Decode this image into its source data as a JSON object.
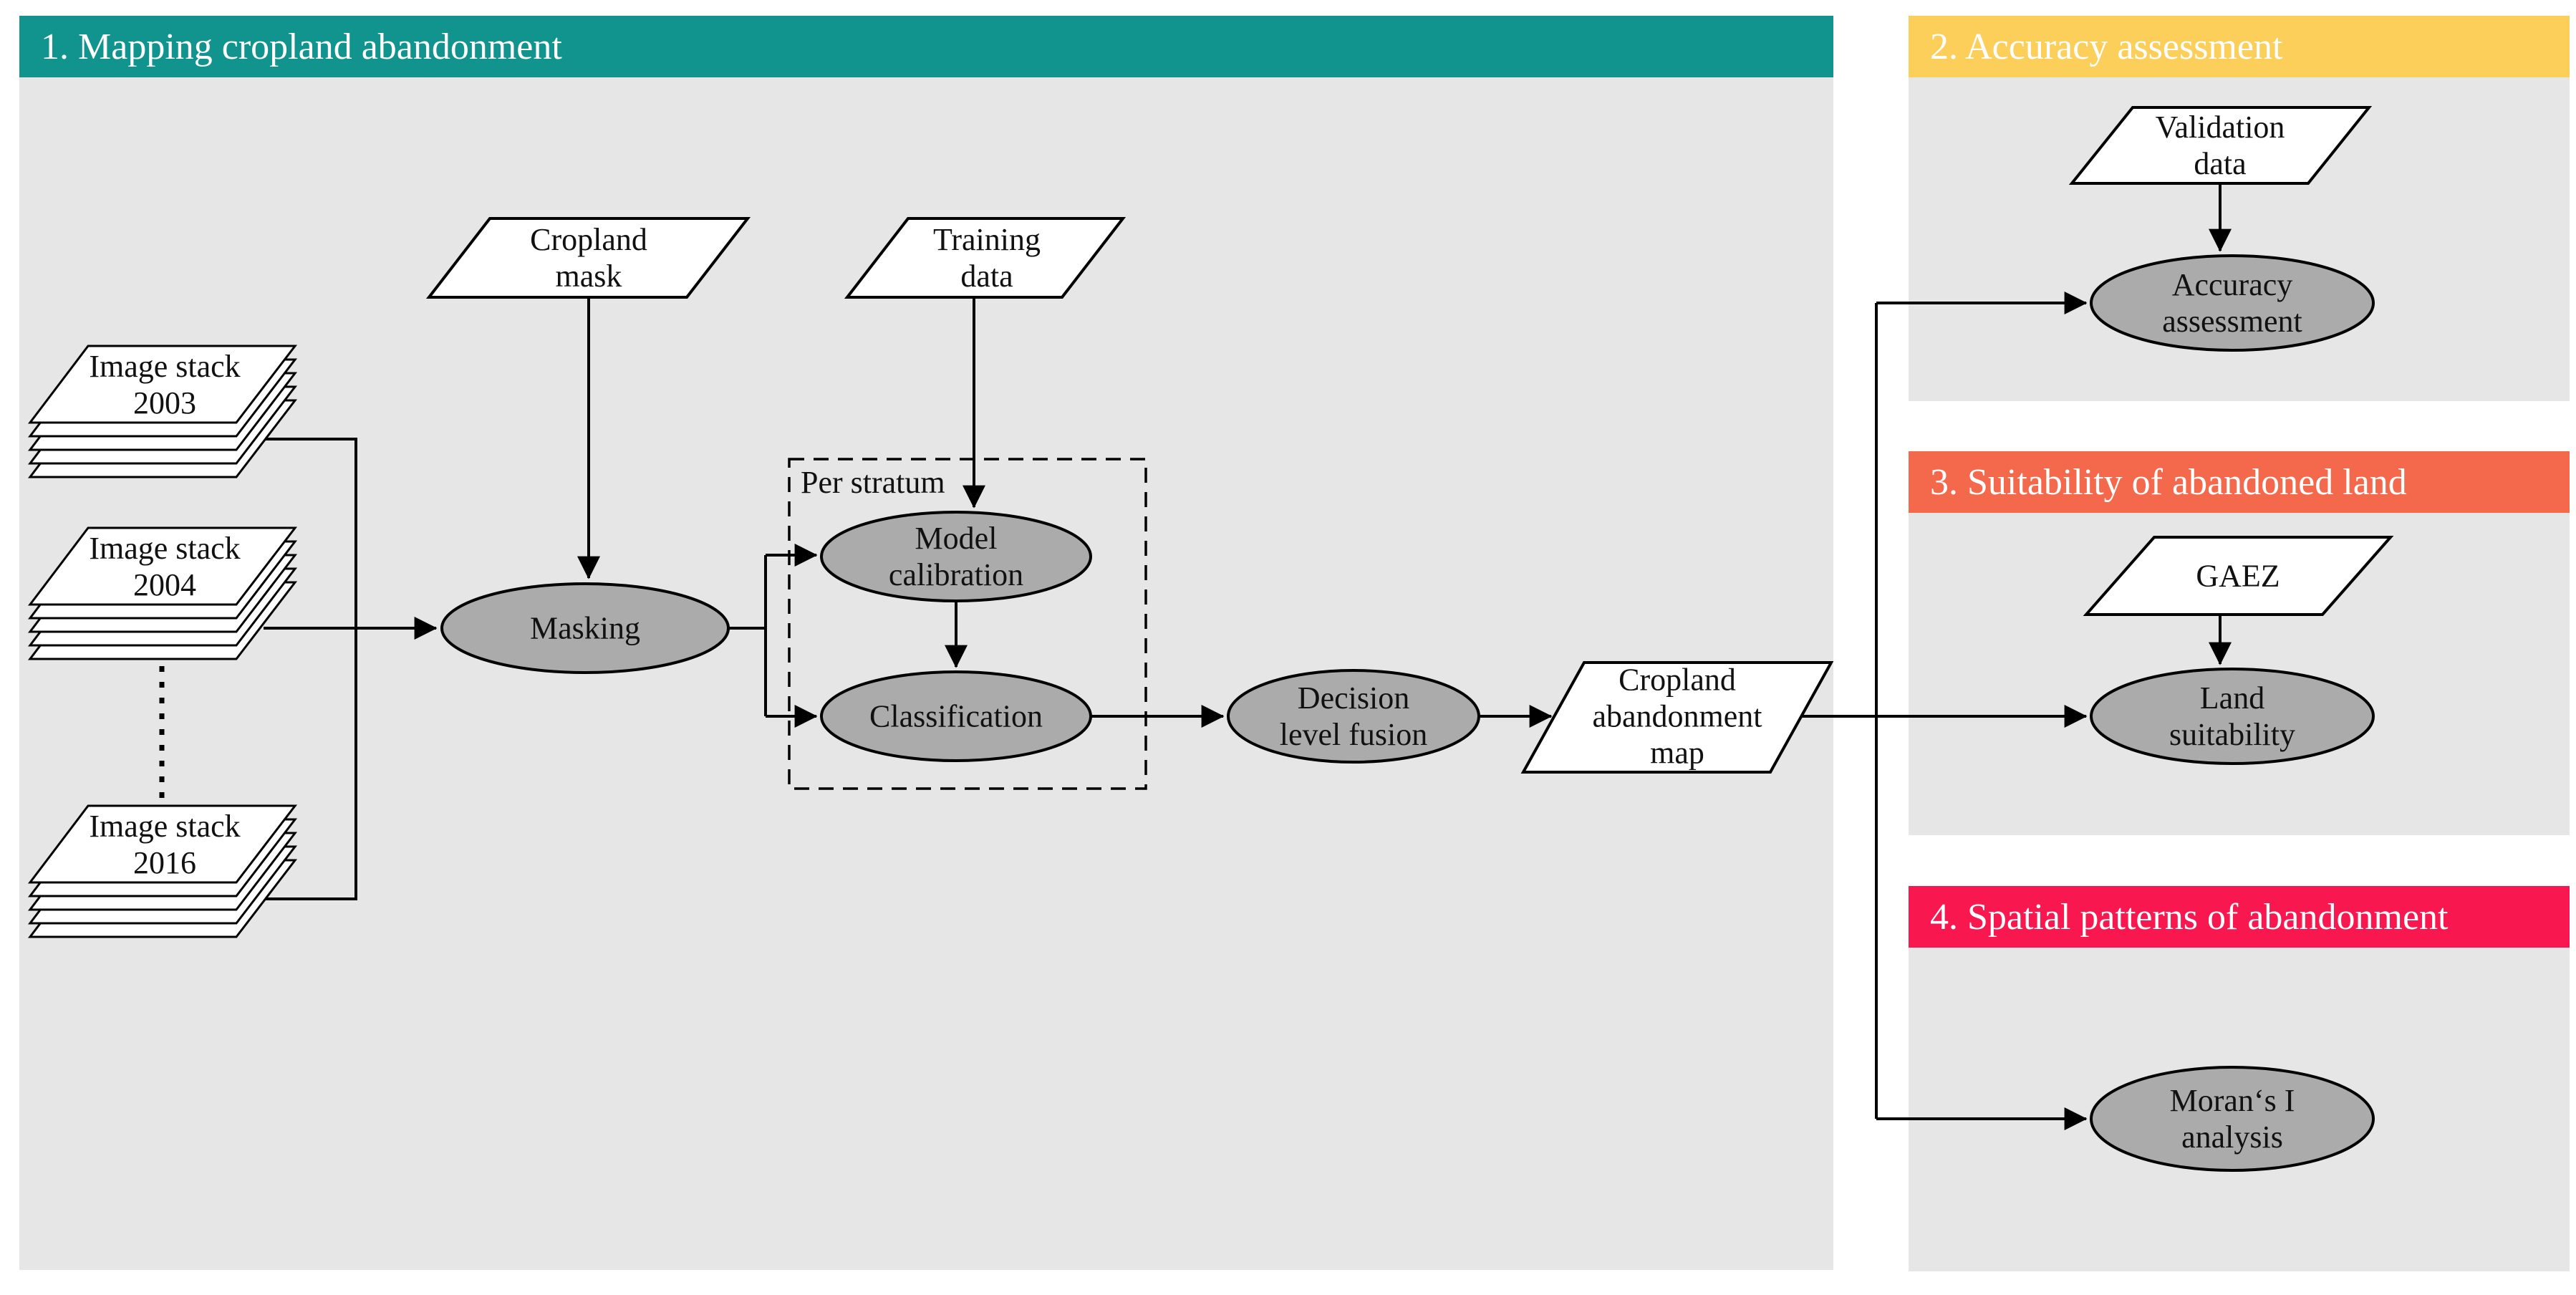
{
  "figure": {
    "type": "methodology-flowchart"
  },
  "colors": {
    "panel_1_header": "#11948E",
    "panel_2_header": "#FBCF59",
    "panel_3_header": "#F4694C",
    "panel_4_header": "#F8174E",
    "panel_body": "#E6E6E6",
    "node_fill": "#ABABAB",
    "io_fill": "#FFFFFF",
    "stroke": "#000000"
  },
  "panels": {
    "p1": {
      "title": "1. Mapping cropland abandonment"
    },
    "p2": {
      "title": "2. Accuracy assessment"
    },
    "p3": {
      "title": "3. Suitability of abandoned land"
    },
    "p4": {
      "title": "4. Spatial patterns of abandonment"
    }
  },
  "nodes": {
    "stack_2003": {
      "line1": "Image stack",
      "line2": "2003"
    },
    "stack_2004": {
      "line1": "Image stack",
      "line2": "2004"
    },
    "stack_2016": {
      "line1": "Image stack",
      "line2": "2016"
    },
    "cropland_mask": {
      "line1": "Cropland",
      "line2": "mask"
    },
    "training_data": {
      "line1": "Training",
      "line2": "data"
    },
    "validation_data": {
      "line1": "Validation",
      "line2": "data"
    },
    "gaez": {
      "line1": "GAEZ"
    },
    "masking": {
      "line1": "Masking"
    },
    "model_calibration": {
      "line1": "Model",
      "line2": "calibration"
    },
    "classification": {
      "line1": "Classification"
    },
    "decision_level_fusion": {
      "line1": "Decision",
      "line2": "level fusion"
    },
    "cropland_abandonment_map": {
      "line1": "Cropland",
      "line2": "abandonment",
      "line3": "map"
    },
    "accuracy_assessment": {
      "line1": "Accuracy",
      "line2": "assessment"
    },
    "land_suitability": {
      "line1": "Land",
      "line2": "suitability"
    },
    "morans_i": {
      "line1": "Moran‘s I",
      "line2": "analysis"
    },
    "per_stratum": {
      "label": "Per stratum"
    }
  }
}
